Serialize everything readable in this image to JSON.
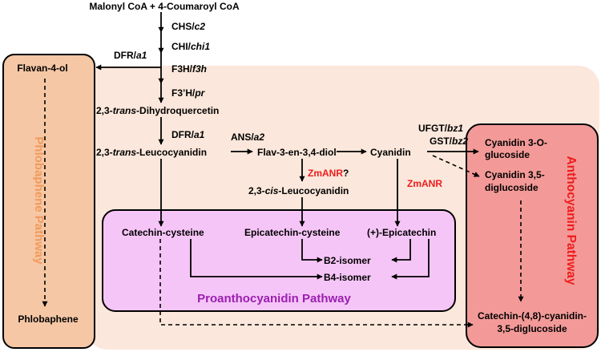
{
  "colors": {
    "background_region": "#fbe7db",
    "phlobaphene_box": "#f5c7a5",
    "anthocyanin_box": "#f39a98",
    "proanthocyanidin_box": "#f6c5f7",
    "red_label": "#ee1c1c",
    "orange_label": "#f19a5c",
    "purple_label": "#9a1fb0"
  },
  "nodes": {
    "start": "Malonyl CoA + 4-Coumaroyl CoA",
    "flavan": "Flavan-4-ol",
    "phlobaphene": "Phlobaphene",
    "dihydroquercetin": {
      "a": "2,3-",
      "b": "trans",
      "c": "-Dihydroquercetin"
    },
    "leucocyanidin_trans": {
      "a": "2,3-",
      "b": "trans",
      "c": "-Leucocyanidin"
    },
    "flav3en": "Flav-3-en-3,4-diol",
    "cyanidin": "Cyanidin",
    "leucocyanidin_cis": {
      "a": "2,3-",
      "b": "cis",
      "c": "-Leucocyanidin"
    },
    "catechin_cysteine": "Catechin-cysteine",
    "epicatechin_cysteine": "Epicatechin-cysteine",
    "epicatechin": "(+)-Epicatechin",
    "b2": "B2-isomer",
    "b4": "B4-isomer",
    "cyanidin3": {
      "l1": "Cyanidin 3-O-",
      "l2": "glucoside"
    },
    "cyanidin35": {
      "l1": "Cyanidin 3,5-",
      "l2": "diglucoside"
    },
    "catechin_cyanidin": {
      "l1": "Catechin-(4,8)-cyanidin-",
      "l2": "3,5-diglucoside"
    }
  },
  "enzymes": {
    "chs": {
      "a": "CHS/",
      "b": "c2"
    },
    "chi": {
      "a": "CHI/",
      "b": "chi1"
    },
    "f3h": {
      "a": "F3H/",
      "b": "f3h"
    },
    "f3ph": {
      "a": "F3’H/",
      "b": "pr"
    },
    "dfr1": {
      "a": "DFR/",
      "b": "a1"
    },
    "dfr2": {
      "a": "DFR/",
      "b": "a1"
    },
    "ans": {
      "a": "ANS/",
      "b": "a2"
    },
    "ufgt": {
      "a": "UFGT/",
      "b": "bz1"
    },
    "gst": {
      "a": "GST/",
      "b": "bz2"
    },
    "zmanr1": {
      "a": "ZmANR",
      "b": "?"
    },
    "zmanr2": "ZmANR"
  },
  "pathways": {
    "phlobaphene": "Phlobaphene Pathway",
    "anthocyanin": "Anthocyanin Pathway",
    "proanthocyanidin": "Proanthocyanidin Pathway"
  }
}
